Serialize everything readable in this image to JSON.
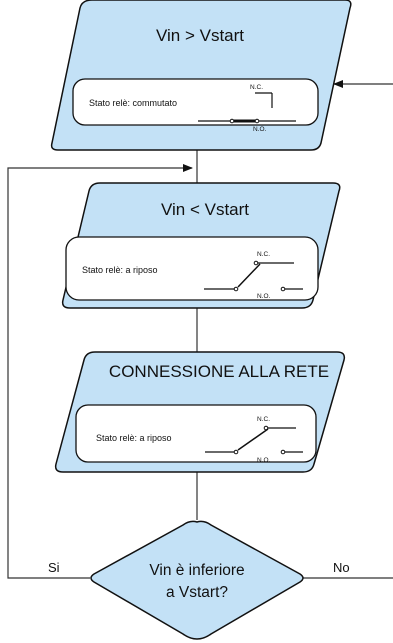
{
  "colors": {
    "shape_fill": "#c3e1f6",
    "inner_fill": "#ffffff",
    "stroke": "#111111",
    "line": "#333333"
  },
  "blocks": [
    {
      "title": "Vin > Vstart",
      "state_label": "Stato relè: commutato",
      "relay_state": "switched",
      "nc_label": "N.C.",
      "no_label": "N.O."
    },
    {
      "title": "Vin < Vstart",
      "state_label": "Stato relè: a riposo",
      "relay_state": "rest",
      "nc_label": "N.C.",
      "no_label": "N.O."
    },
    {
      "title": "CONNESSIONE ALLA RETE",
      "state_label": "Stato relè: a riposo",
      "relay_state": "rest",
      "nc_label": "N.C.",
      "no_label": "N.O."
    }
  ],
  "decision": {
    "line1": "Vin è inferiore",
    "line2": "a Vstart?",
    "yes_label": "Si",
    "no_label": "No"
  }
}
